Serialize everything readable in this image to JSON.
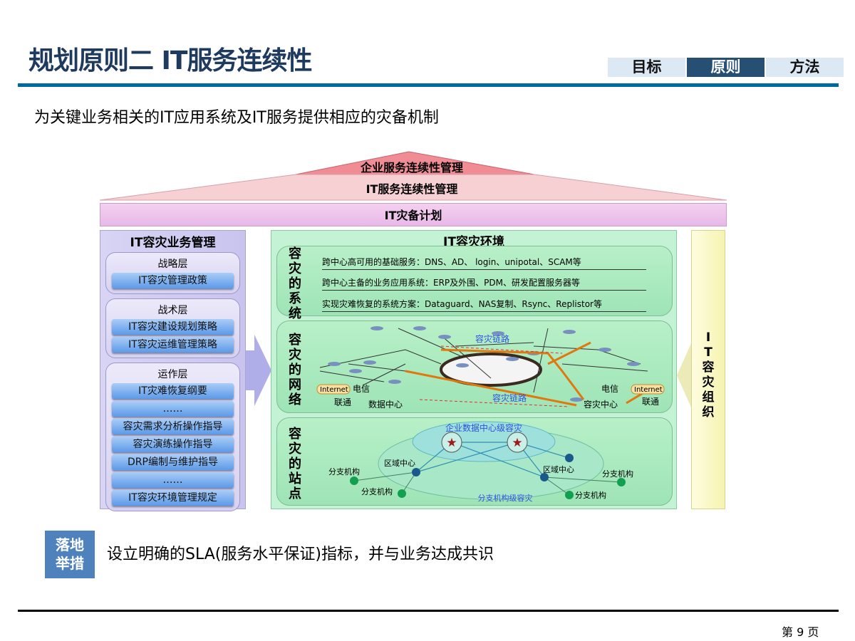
{
  "title": "规划原则二 IT服务连续性",
  "tabs": [
    {
      "label": "目标"
    },
    {
      "label": "原则",
      "active": true
    },
    {
      "label": "方法"
    }
  ],
  "subtitle": "为关键业务相关的IT应用系统及IT服务提供相应的灾备机制",
  "roof": {
    "top": "企业服务连续性管理",
    "middle": "IT服务连续性管理"
  },
  "plan": "IT灾备计划",
  "left_panel": {
    "title": "IT容灾业务管理",
    "groups": [
      {
        "title": "战略层",
        "items": [
          "IT容灾管理政策"
        ]
      },
      {
        "title": "战术层",
        "items": [
          "IT容灾建设规划策略",
          "IT容灾运维管理策略"
        ]
      },
      {
        "title": "运作层",
        "items": [
          "IT灾难恢复纲要",
          "……",
          "容灾需求分析操作指导",
          "容灾演练操作指导",
          "DRP编制与维护指导",
          "……",
          "IT容灾环境管理规定"
        ]
      }
    ]
  },
  "env": {
    "title": "IT容灾环境",
    "systems": {
      "label": "容灾的系统",
      "lines": [
        "跨中心高可用的基础服务：DNS、AD、 login、unipotal、SCAM等",
        "跨中心主备的业务应用系统：ERP及外围、PDM、研发配置服务器等",
        "实现灾难恢复的系统方案：Dataguard、NAS复制、Rsync、Replistor等"
      ]
    },
    "network": {
      "label": "容灾的网络",
      "link_top": "容灾链路",
      "link_bottom": "容灾链路",
      "internet_left": "Internet",
      "telecom_left": "电信",
      "unicom_left": "联通",
      "dc": "数据中心",
      "internet_right": "Internet",
      "telecom_right": "电信",
      "unicom_right": "联通",
      "drc": "容灾中心"
    },
    "sites": {
      "label": "容灾的站点",
      "enterprise": "企业数据中心级容灾",
      "region1": "区域中心",
      "region2": "区域中心",
      "branches": [
        "分支机构",
        "分支机构",
        "分支机构",
        "分支机构"
      ],
      "branch_level": "分支机构级容灾"
    }
  },
  "right_panel": {
    "label": "IT容灾组织"
  },
  "measure": {
    "badge": "落地\n举措",
    "text": "设立明确的SLA(服务水平保证)指标，并与业务达成共识"
  },
  "page": "第 9 页",
  "colors": {
    "title": "#1f3a5f",
    "accent": "#0068a0",
    "tab_active": "#264f73",
    "badge": "#4f81bd"
  }
}
